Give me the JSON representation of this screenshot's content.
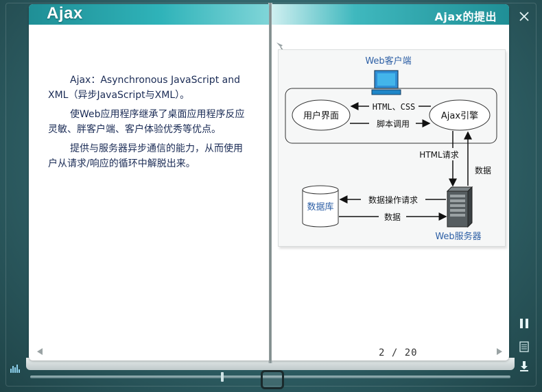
{
  "header": {
    "left_title": "Ajax",
    "right_title": "Ajax的提出"
  },
  "content": {
    "paragraphs": [
      "Ajax：Asynchronous JavaScript and XML（异步JavaScript与XML）。",
      "使Web应用程序继承了桌面应用程序反应灵敏、胖客户端、客户体验优秀等优点。",
      "提供与服务器异步通信的能力，从而使用户从请求/响应的循环中解脱出来。"
    ]
  },
  "diagram": {
    "client_label": "Web客户端",
    "ui_label": "用户界面",
    "engine_label": "Ajax引擎",
    "html_css_label": "HTML、CSS",
    "script_call_label": "脚本调用",
    "html_request_label": "HTML请求",
    "data_label_up": "数据",
    "db_label": "数据库",
    "db_request_label": "数据操作请求",
    "data_label_down": "数据",
    "server_label": "Web服务器"
  },
  "nav": {
    "page_indicator": "2 / 20"
  },
  "icons": {
    "close": "close-icon",
    "pause": "pause-icon",
    "contents": "contents-icon",
    "download": "download-icon",
    "equalizer": "equalizer-icon",
    "prev": "prev-page-icon",
    "next": "next-page-icon"
  },
  "colors": {
    "header_teal": "#1f8f96",
    "text_navy": "#1a2b55"
  }
}
